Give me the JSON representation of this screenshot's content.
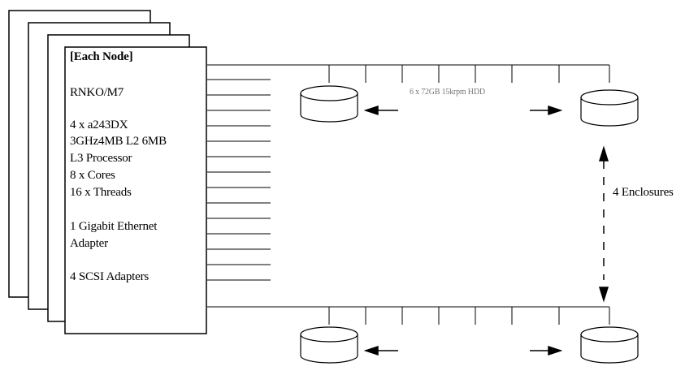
{
  "node": {
    "title": "[Each Node]",
    "model": "RNKO/M7",
    "cpu_line1": "4 x a243DX",
    "cpu_line2": "3GHz4MB L2 6MB",
    "cpu_line3": "L3 Processor",
    "cores": "8 x Cores",
    "threads": "16 x Threads",
    "eth_line1": "1 Gigabit Ethernet",
    "eth_line2": "Adapter",
    "scsi": "4 SCSI Adapters"
  },
  "storage": {
    "hdd_label": "6 x 72GB 15krpm HDD",
    "enclosures_label": "4 Enclosures"
  }
}
